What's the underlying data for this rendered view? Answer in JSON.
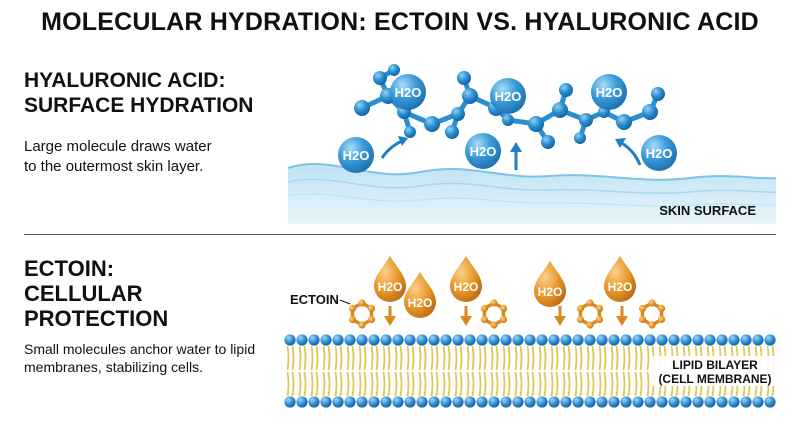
{
  "title": "MOLECULAR HYDRATION: ECTOIN VS. HYALURONIC ACID",
  "hyaluronic": {
    "heading_line1": "HYALURONIC ACID:",
    "heading_line2": "SURFACE HYDRATION",
    "desc_line1": "Large molecule draws water",
    "desc_line2": "to the outermost skin layer.",
    "surface_label": "SKIN SURFACE",
    "water_label": "H2O"
  },
  "ectoin": {
    "heading_line1": "ECTOIN:",
    "heading_line2": "CELLULAR",
    "heading_line3": "PROTECTION",
    "desc_line1": "Small molecules anchor water to lipid",
    "desc_line2": "membranes, stabilizing cells.",
    "molecule_label": "ECTOIN",
    "bilayer_label_line1": "LIPID BILAYER",
    "bilayer_label_line2": "(CELL MEMBRANE)",
    "water_label": "H2O"
  },
  "colors": {
    "blue_molecule": "#2a8fd0",
    "blue_water": "#3a9ad8",
    "skin_surface": "#cfe8f5",
    "ectoin_orange": "#e8982a",
    "lipid_head": "#3a9ad8",
    "lipid_tail": "#e2c65a"
  }
}
